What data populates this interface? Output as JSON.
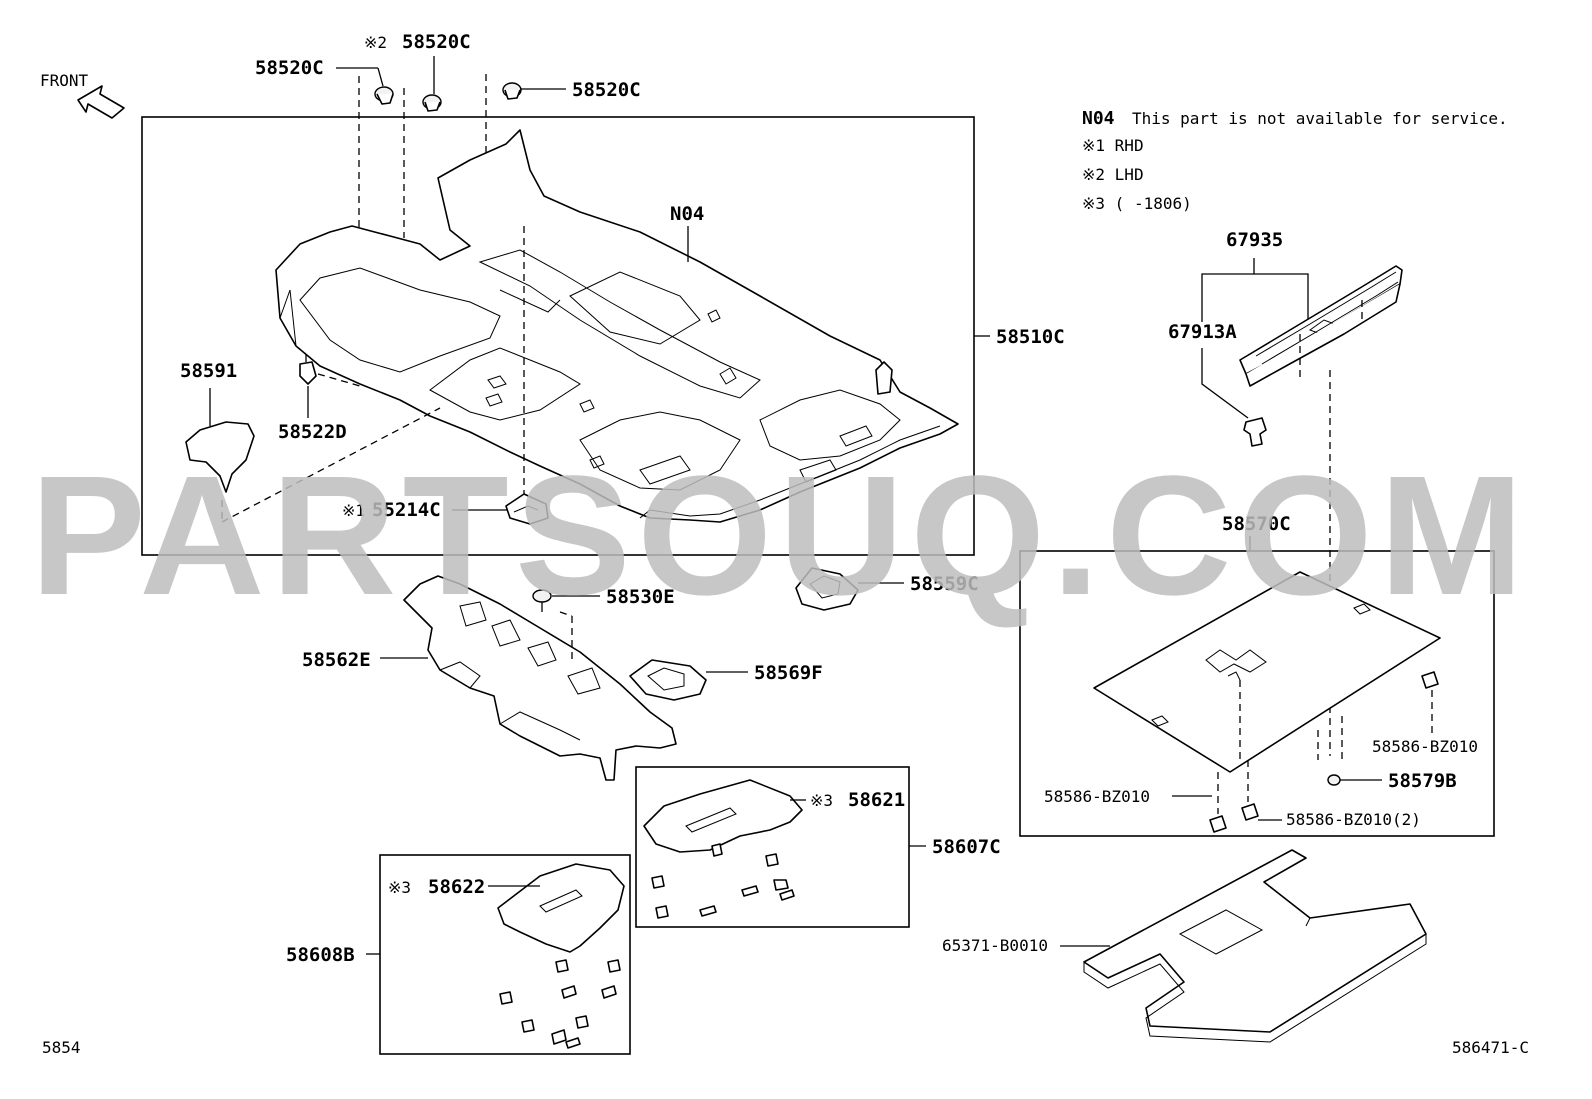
{
  "front_label": "FRONT",
  "notes": {
    "n04_code": "N04",
    "n04_text": "This part is not available for service.",
    "note1": "※1 RHD",
    "note2": "※2 LHD",
    "note3": "※3 (     -1806)"
  },
  "labels": {
    "clip_left": "58520C",
    "clip_mid_prefix": "※2",
    "clip_mid": "58520C",
    "clip_right": "58520C",
    "carpet_n04": "N04",
    "carpet_assy": "58510C",
    "pad_58591": "58591",
    "clip_58522d": "58522D",
    "note_55214c": "※1",
    "part_55214c": "55214C",
    "clip_58530e": "58530E",
    "part_58559c": "58559C",
    "silencer_58562e": "58562E",
    "part_58569f": "58569F",
    "note_58621": "※3",
    "part_58621": "58621",
    "set_58607c": "58607C",
    "note_58622": "※3",
    "part_58622": "58622",
    "set_58608b": "58608B",
    "assy_67935": "67935",
    "part_67913a": "67913A",
    "board_58570c": "58570C",
    "part_58586_right": "58586-BZ010",
    "part_58579b": "58579B",
    "part_58586_left": "58586-BZ010",
    "part_58586_2": "58586-BZ010(2)",
    "part_65371": "65371-B0010"
  },
  "footer": {
    "left_code": "5854",
    "right_code": "586471-C"
  },
  "watermark": "PARTSOUQ.COM"
}
